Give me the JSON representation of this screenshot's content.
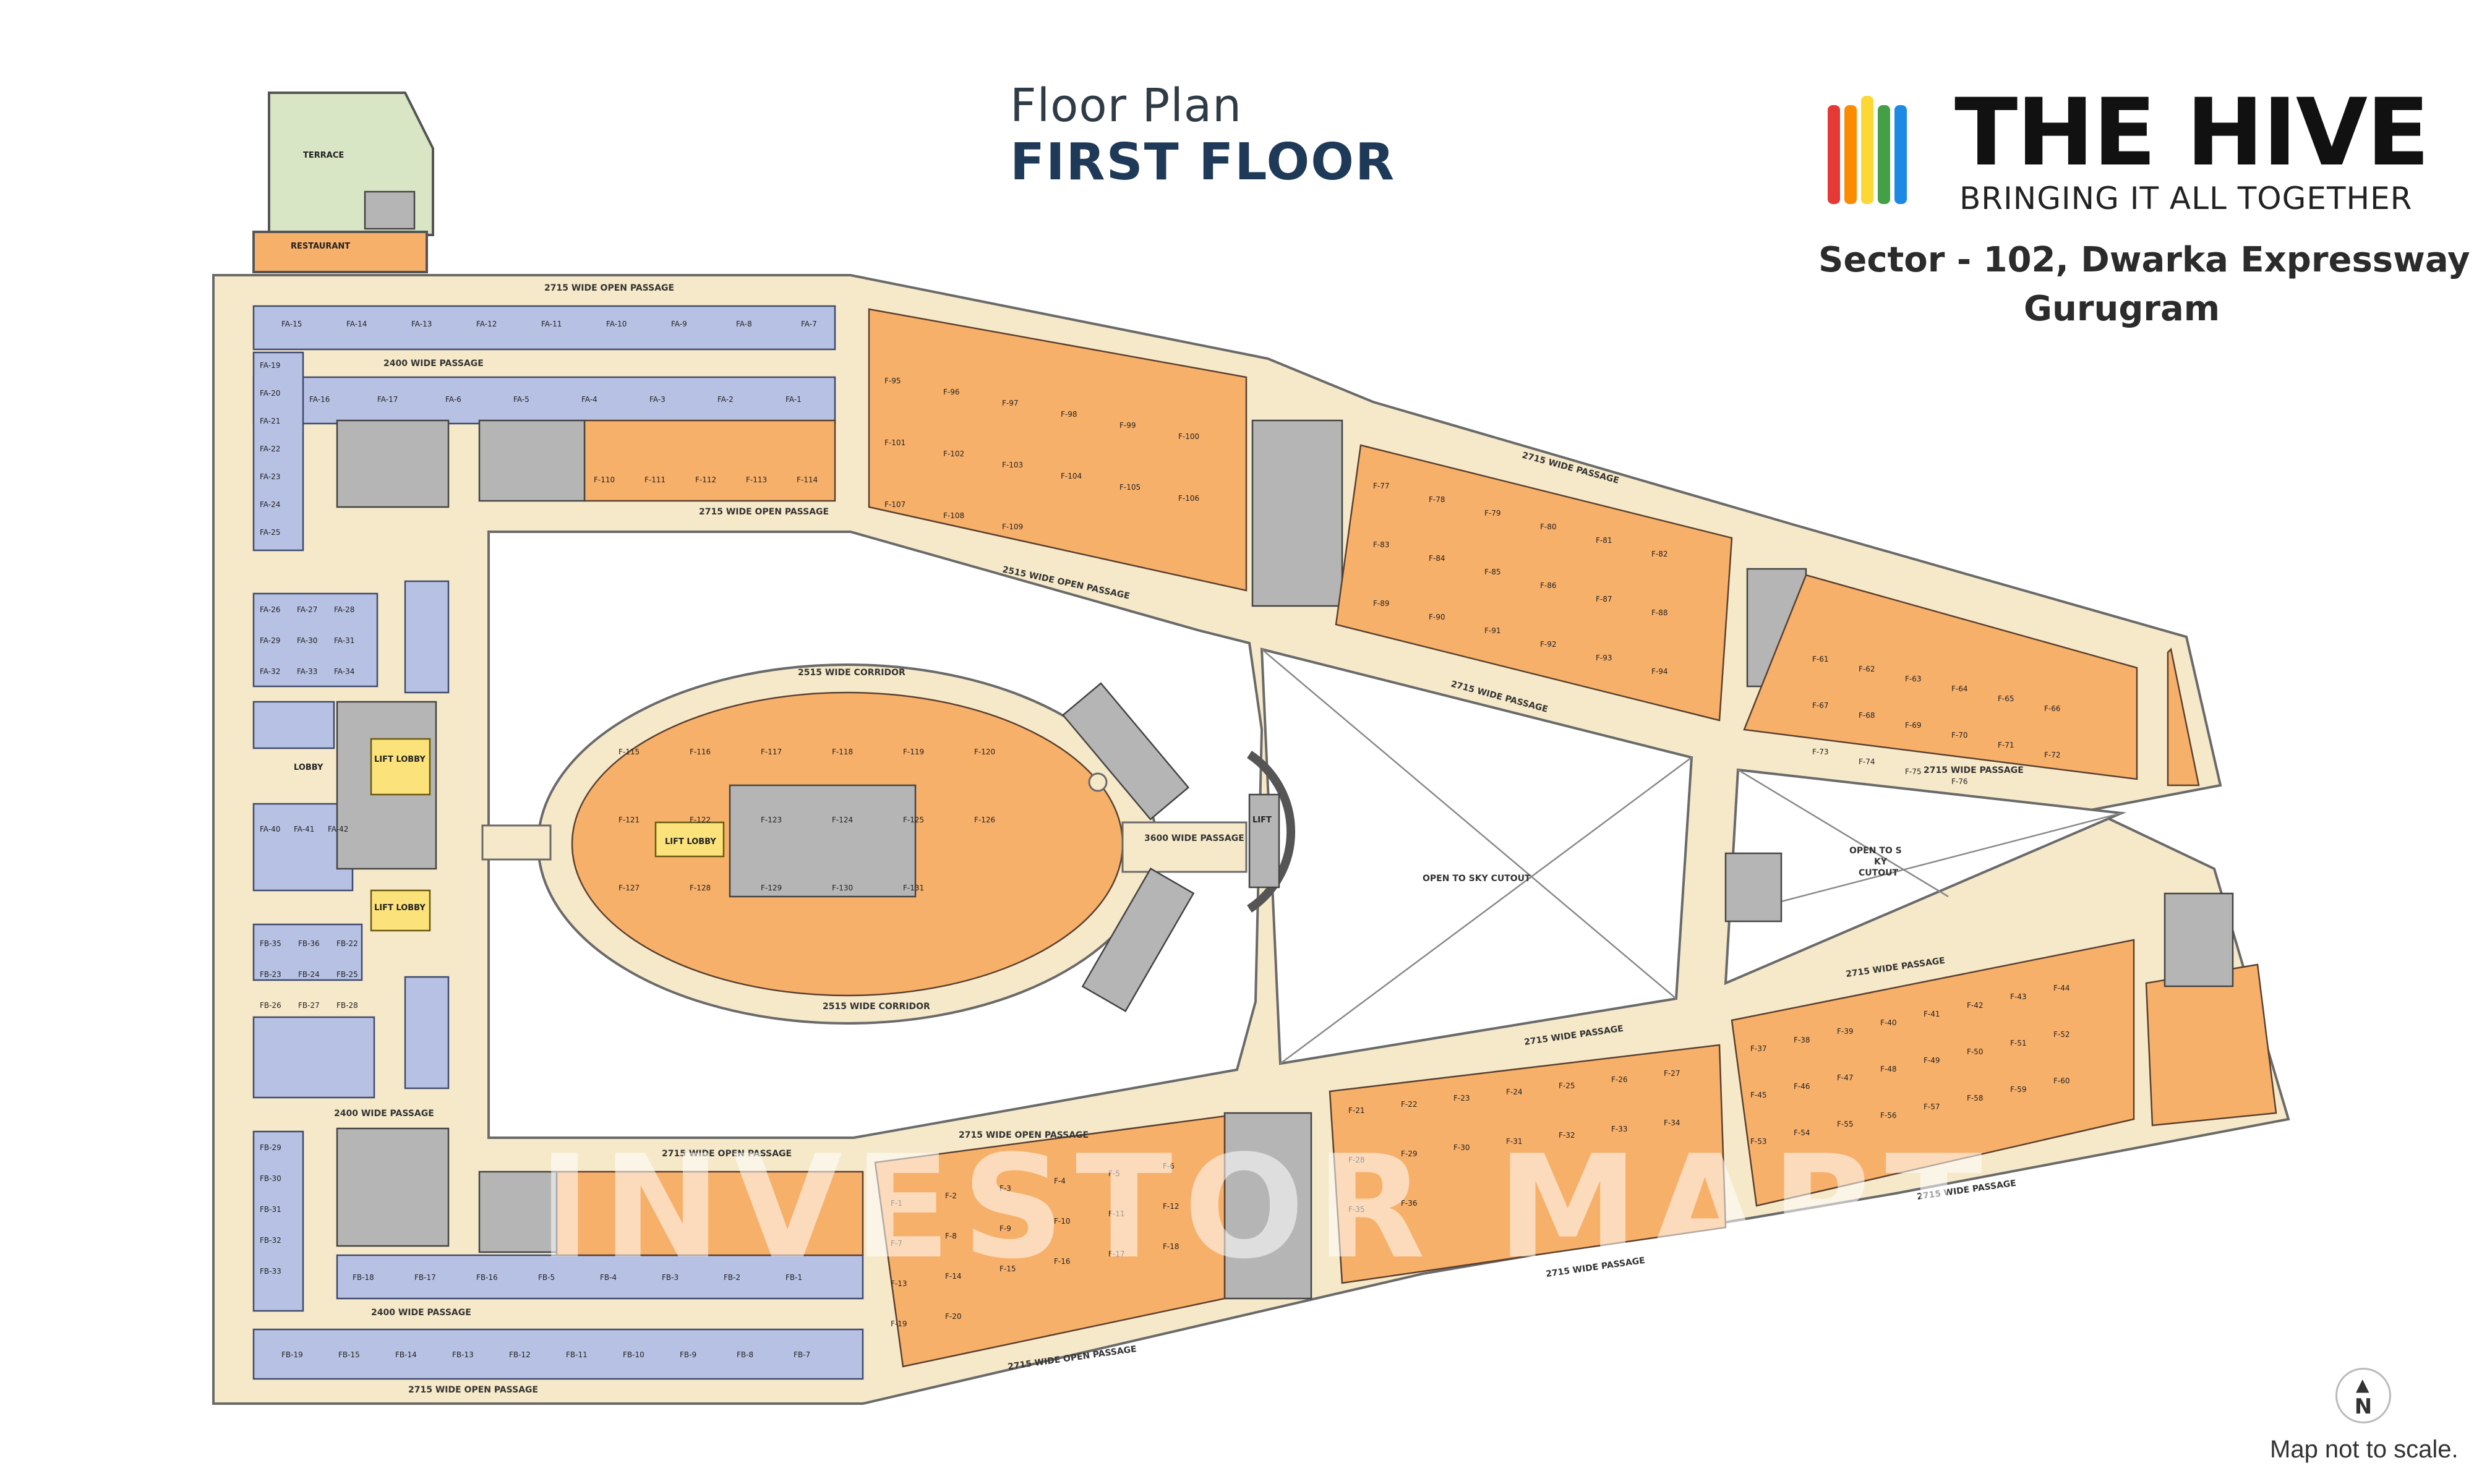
{
  "header": {
    "subtitle": "Floor Plan",
    "title": "FIRST FLOOR"
  },
  "brand": {
    "name": "THE HIVE",
    "tagline": "BRINGING IT ALL TOGETHER",
    "address_line1": "Sector - 102,  Dwarka Expressway",
    "address_line2": "Gurugram",
    "logo_colors": [
      "#e53935",
      "#fb8c00",
      "#fdd835",
      "#43a047",
      "#1e88e5"
    ]
  },
  "watermark": "INVESTOR MART",
  "north": {
    "arrow": "▲",
    "letter": "N"
  },
  "note": "Map not to scale.",
  "colors": {
    "shop": "#f7b06a",
    "kiosk": "#b7c1e3",
    "corridor": "#f6e9c9",
    "service": "#b5b5b5",
    "terrace": "#d8e6c6",
    "lobby": "#fbe27a"
  },
  "labels": {
    "terrace": "TERRACE",
    "restaurant": "RESTAURANT",
    "passage_top": "2715 WIDE OPEN PASSAGE",
    "passage_2400_top": "2400 WIDE PASSAGE",
    "passage_2715_inner": "2715 WIDE OPEN PASSAGE",
    "passage_2515": "2515 WIDE OPEN PASSAGE",
    "passage_right_top": "2715 WIDE PASSAGE",
    "passage_right_mid": "2715 WIDE PASSAGE",
    "passage_right_upper": "2715 WIDE PASSAGE",
    "passage_lower_mid": "2715 WIDE PASSAGE",
    "passage_lower_right": "2715 WIDE PASSAGE",
    "passage_lower_right2": "2715 WIDE PASSAGE",
    "passage_lower_center": "2715 WIDE OPEN PASSAGE",
    "passage_lower_inner": "2715 WIDE OPEN PASSAGE",
    "passage_2400_bottom": "2400 WIDE PASSAGE",
    "passage_2400_bottom2": "2400 WIDE PASSAGE",
    "passage_bottom": "2715 WIDE OPEN PASSAGE",
    "passage_bottom_right": "2715 WIDE OPEN PASSAGE",
    "passage_bottom_mid": "2715 WIDE PASSAGE",
    "corridor_oval_top": "2515 WIDE CORRIDOR",
    "corridor_oval_bottom": "2515 WIDE CORRIDOR",
    "passage_3600": "3600 WIDE PASSAGE",
    "open_sky_1": "OPEN TO SKY CUTOUT",
    "open_sky_2a": "OPEN TO S",
    "open_sky_2b": "KY",
    "open_sky_2c": "CUTOUT",
    "lift_lobby": "LIFT LOBBY",
    "lift": "LIFT",
    "lobby": "LOBBY"
  },
  "units": {
    "shops_top_left": [
      "F-110",
      "F-111",
      "F-112",
      "F-113",
      "F-114"
    ],
    "kiosks_fa_top": [
      "FA-15",
      "FA-14",
      "FA-13",
      "FA-12",
      "FA-11",
      "FA-10",
      "FA-9",
      "FA-8",
      "FA-7"
    ],
    "kiosks_fa_second": [
      "FA-16",
      "FA-17",
      "FA-6",
      "FA-5",
      "FA-4",
      "FA-3",
      "FA-2",
      "FA-1"
    ],
    "kiosks_fa_left": [
      "FA-19",
      "FA-20",
      "FA-21",
      "FA-22",
      "FA-23",
      "FA-24",
      "FA-25"
    ],
    "kiosks_fa_mid": [
      "FA-26",
      "FA-27",
      "FA-28",
      "FA-29",
      "FA-30",
      "FA-31",
      "FA-32",
      "FA-33",
      "FA-34"
    ],
    "kiosks_fa_low": [
      "FA-40",
      "FA-41",
      "FA-42"
    ],
    "kiosks_fb_mid": [
      "FB-35",
      "FB-36",
      "FB-22",
      "FB-23",
      "FB-24",
      "FB-25",
      "FB-26",
      "FB-27",
      "FB-28"
    ],
    "kiosks_fb_low": [
      "FB-29",
      "FB-30",
      "FB-31",
      "FB-32",
      "FB-33"
    ],
    "kiosks_fb_bottom": [
      "FB-18",
      "FB-17",
      "FB-16",
      "FB-5",
      "FB-4",
      "FB-3",
      "FB-2",
      "FB-1"
    ],
    "kiosks_fb_last": [
      "FB-19",
      "FB-15",
      "FB-14",
      "FB-13",
      "FB-12",
      "FB-11",
      "FB-10",
      "FB-9",
      "FB-8",
      "FB-7"
    ],
    "shops_upper_a": [
      "F-95",
      "F-96",
      "F-97",
      "F-98",
      "F-99",
      "F-100",
      "F-101",
      "F-102",
      "F-103",
      "F-104",
      "F-105",
      "F-106",
      "F-107",
      "F-108",
      "F-109"
    ],
    "shops_upper_b": [
      "F-77",
      "F-78",
      "F-79",
      "F-80",
      "F-81",
      "F-82",
      "F-83",
      "F-84",
      "F-85",
      "F-86",
      "F-87",
      "F-88",
      "F-89",
      "F-90",
      "F-91",
      "F-92",
      "F-93",
      "F-94"
    ],
    "shops_upper_c": [
      "F-61",
      "F-62",
      "F-63",
      "F-64",
      "F-65",
      "F-66",
      "F-67",
      "F-68",
      "F-69",
      "F-70",
      "F-71",
      "F-72",
      "F-73",
      "F-74",
      "F-75",
      "F-76"
    ],
    "shops_oval": [
      "F-115",
      "F-116",
      "F-117",
      "F-118",
      "F-119",
      "F-120",
      "F-121",
      "F-122",
      "F-123",
      "F-124",
      "F-125",
      "F-126",
      "F-127",
      "F-128",
      "F-129",
      "F-130",
      "F-131"
    ],
    "shops_lower_a": [
      "F-1",
      "F-2",
      "F-3",
      "F-4",
      "F-5",
      "F-6",
      "F-7",
      "F-8",
      "F-9",
      "F-10",
      "F-11",
      "F-12",
      "F-13",
      "F-14",
      "F-15",
      "F-16",
      "F-17",
      "F-18",
      "F-19",
      "F-20"
    ],
    "shops_lower_b": [
      "F-21",
      "F-22",
      "F-23",
      "F-24",
      "F-25",
      "F-26",
      "F-27",
      "F-28",
      "F-29",
      "F-30",
      "F-31",
      "F-32",
      "F-33",
      "F-34",
      "F-35",
      "F-36"
    ],
    "shops_lower_c": [
      "F-37",
      "F-38",
      "F-39",
      "F-40",
      "F-41",
      "F-42",
      "F-43",
      "F-44",
      "F-45",
      "F-46",
      "F-47",
      "F-48",
      "F-49",
      "F-50",
      "F-51",
      "F-52",
      "F-53",
      "F-54",
      "F-55",
      "F-56",
      "F-57",
      "F-58",
      "F-59",
      "F-60"
    ]
  }
}
